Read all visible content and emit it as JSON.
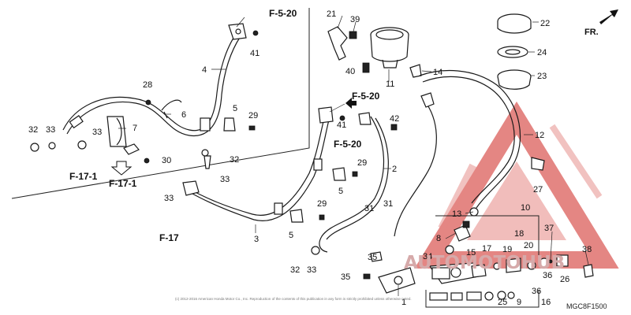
{
  "direction_label": "FR.",
  "diagram_code": "MGC8F1500",
  "copyright": "(c) 2012-2016 American Honda Motor Co., Inc. Reproduction of the contents of this publication in any form is strictly prohibited unless otherwise noted.",
  "watermark": "AUTOMOTOHUB",
  "references": {
    "f520_top": "F-5-20",
    "f520_mid": "F-5-20",
    "f520_mid2": "F-5-20",
    "f171_a": "F-17-1",
    "f171_b": "F-17-1",
    "f17": "F-17"
  },
  "callouts": {
    "c1": "1",
    "c2": "2",
    "c3": "3",
    "c4": "4",
    "c5a": "5",
    "c5b": "5",
    "c5c": "5",
    "c6": "6",
    "c7": "7",
    "c8": "8",
    "c9": "9",
    "c10": "10",
    "c11": "11",
    "c12": "12",
    "c13": "13",
    "c14": "14",
    "c15": "15",
    "c16": "16",
    "c17": "17",
    "c18": "18",
    "c19": "19",
    "c20": "20",
    "c21": "21",
    "c22": "22",
    "c23": "23",
    "c24": "24",
    "c25": "25",
    "c26": "26",
    "c27": "27",
    "c28": "28",
    "c29a": "29",
    "c29b": "29",
    "c29c": "29",
    "c30": "30",
    "c31a": "31",
    "c31b": "31",
    "c32a": "32",
    "c32b": "32",
    "c32c": "32",
    "c33a": "33",
    "c33b": "33",
    "c33c": "33",
    "c33d": "33",
    "c33e": "33",
    "c34": "34",
    "c35a": "35",
    "c35b": "35",
    "c36a": "36",
    "c36b": "36",
    "c37": "37",
    "c38": "38",
    "c39": "39",
    "c40": "40",
    "c41a": "41",
    "c41b": "41",
    "c42": "42"
  },
  "colors": {
    "watermark_red": "#d9534f",
    "line": "#1a1a1a"
  }
}
